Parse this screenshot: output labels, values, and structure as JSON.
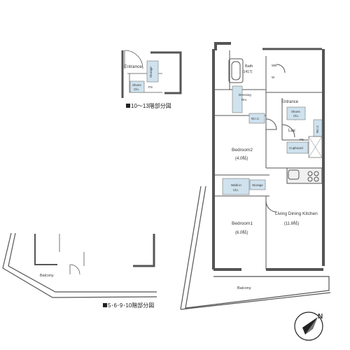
{
  "rooms": {
    "bath": {
      "label": "Bath",
      "size": "(1417)"
    },
    "dressing": {
      "label": "Dressing",
      "sub": "Rm."
    },
    "wic_small": "W.I.C.",
    "wic_tall": "W.I.C",
    "entrance": "Entrance",
    "shoes_clo": {
      "line1": "Shoes",
      "line2": "Clo."
    },
    "lav": "Lav.",
    "cupboard": "Cupboard",
    "ps": "PS",
    "bedroom2": {
      "label": "Bedroom2",
      "size": "(4.0帖)"
    },
    "storage": "Storage",
    "walkin_clo": {
      "line1": "Walk-in",
      "line2": "Clo."
    },
    "bedroom1": {
      "label": "Bedroom1",
      "size": "(6.0帖)"
    },
    "ldk": {
      "label": "Living Dining Kitchen",
      "size": "(11.6帖)"
    },
    "balcony": "Balcony",
    "wb": "WB",
    "wm": "W"
  },
  "insets": {
    "floors_10_13": "10～13階部分図",
    "floors_5_6_9_10": "5･6･9･10階部分図",
    "entrance": "Entrance",
    "shoes_clo": {
      "line1": "Shoes",
      "line2": "Clo."
    },
    "storage": "Storage",
    "ps": "PS",
    "balcony": "Balcony"
  },
  "compass": {
    "label": "N"
  },
  "colors": {
    "wall": "#555555",
    "closet_blue": "#cfe2ee",
    "line": "#444444"
  }
}
